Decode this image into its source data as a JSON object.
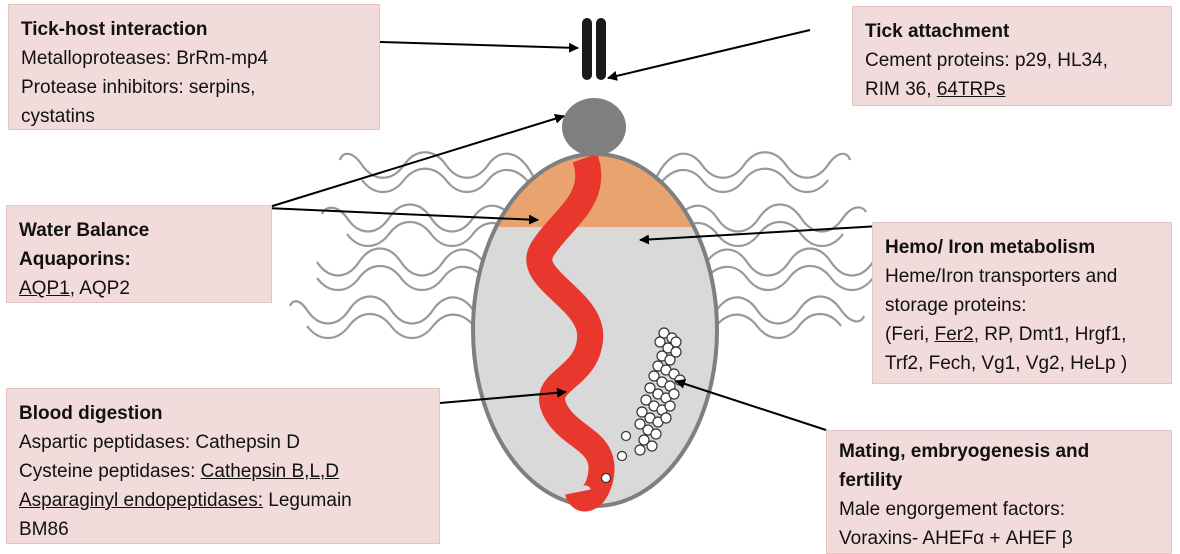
{
  "boxes": {
    "tick_host": {
      "title": "Tick-host interaction",
      "lines": [
        "Metalloproteases: BrRm-mp4",
        "Protease inhibitors: serpins,",
        "cystatins"
      ]
    },
    "tick_attachment": {
      "title": "Tick attachment",
      "line1": "Cement proteins: p29,  HL34,",
      "line2_prefix": "RIM 36, ",
      "line2_underlined": "64TRPs"
    },
    "water_balance": {
      "title": "Water Balance",
      "title2": "Aquaporins:",
      "aqp1": "AQP1",
      "aqp2_rest": ", AQP2"
    },
    "hemo_iron": {
      "title": "Hemo/ Iron metabolism",
      "line1": "Heme/Iron transporters and",
      "line2": "storage proteins:",
      "line3_a": "(Feri, ",
      "line3_u": "Fer2",
      "line3_b": ", RP, Dmt1, Hrgf1,",
      "line4": "Trf2, Fech, Vg1, Vg2, HeLp )"
    },
    "blood_digestion": {
      "title": "Blood digestion",
      "line1": "Aspartic peptidases: Cathepsin D",
      "line2_prefix": "Cysteine peptidases: ",
      "line2_u": "Cathepsin B,L,D",
      "line3_u": "Asparaginyl endopeptidases:",
      "line3_rest": " Legumain",
      "line4": "BM86"
    },
    "mating": {
      "title1": "Mating, embryogenesis and",
      "title2": "fertility",
      "line1": "Male engorgement factors:",
      "line2": "Voraxins- AHEFα + AHEF β"
    }
  },
  "colors": {
    "box_fill": "#f2dcdb",
    "body_fill": "#d9d9d9",
    "body_outline": "#7f7f7f",
    "salivary_fill": "#e8a36f",
    "gut_red": "#e8382e",
    "head": "#7f7f7f",
    "mouthparts": "#1a1a1a",
    "legs": "#999999",
    "arrow": "#000000"
  }
}
